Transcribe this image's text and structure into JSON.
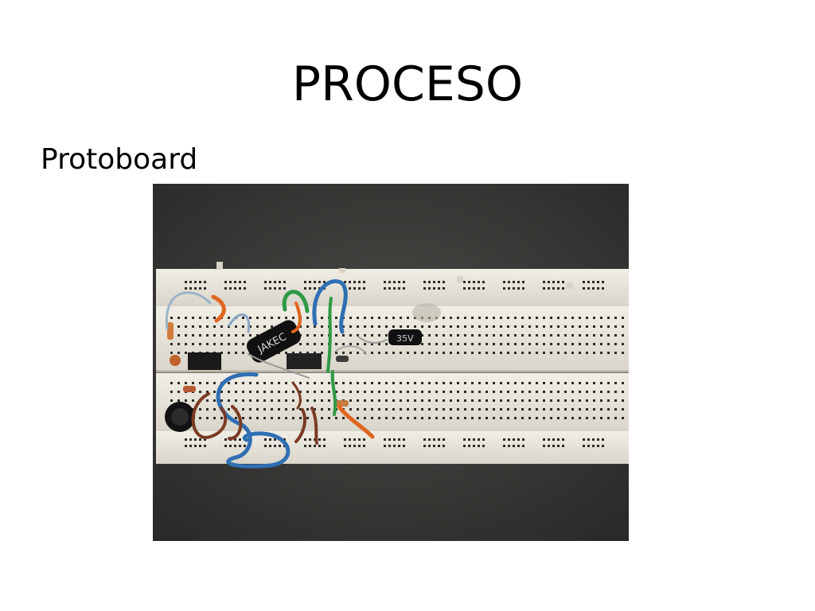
{
  "slide": {
    "title": "PROCESO",
    "bullet": "Protoboard"
  },
  "photo": {
    "subject": "breadboard-circuit-photo",
    "colors": {
      "background": "#3a3a38",
      "board": "#e9e6dd",
      "hole": "#2c2a27",
      "wire_blue": "#2f6fb4",
      "wire_orange": "#e0651e",
      "wire_green": "#2f9a45",
      "wire_brown": "#7a3b22"
    },
    "component_labels": {
      "capacitor_left": "JAKEC",
      "capacitor_right": "35V"
    }
  }
}
